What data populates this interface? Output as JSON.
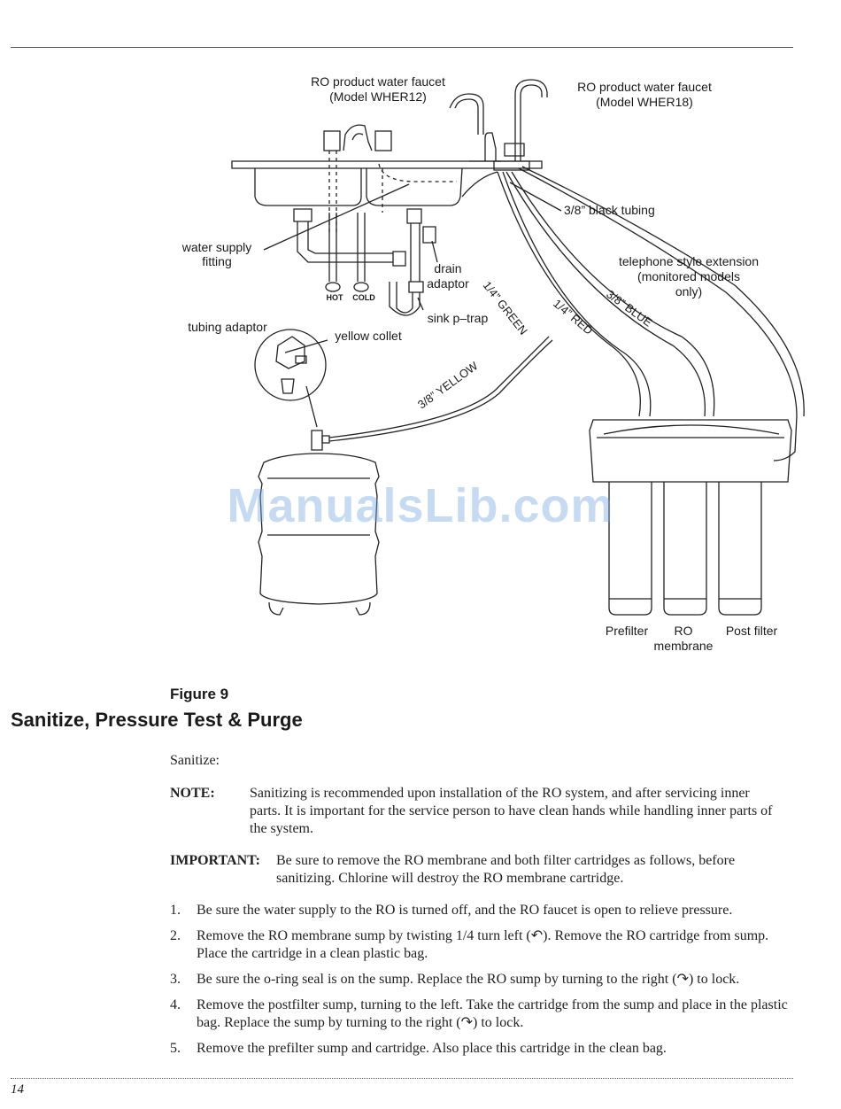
{
  "figure": {
    "labels": {
      "faucet_wher12": [
        "RO product water faucet",
        "(Model WHER12)"
      ],
      "faucet_wher18": [
        "RO product water faucet",
        "(Model WHER18)"
      ],
      "black_tubing": "3/8” black tubing",
      "water_supply": [
        "water supply",
        "fitting"
      ],
      "drain_adaptor": [
        "drain",
        "adaptor"
      ],
      "telephone_ext": [
        "telephone style extension",
        "(monitored models",
        "only)"
      ],
      "hot": "HOT",
      "cold": "COLD",
      "sink_ptrap": "sink p–trap",
      "tubing_adaptor": "tubing adaptor",
      "yellow_collet": "yellow collet",
      "green_tube": "1/4” GREEN",
      "red_tube": "1/4” RED",
      "blue_tube": "3/8” BLUE",
      "yellow_tube": "3/8” YELLOW",
      "prefilter": "Prefilter",
      "ro_membrane": [
        "RO",
        "membrane"
      ],
      "post_filter": "Post filter"
    },
    "caption": "Figure 9"
  },
  "watermark": "ManualsLib.com",
  "section": {
    "title": "Sanitize, Pressure Test & Purge",
    "intro": "Sanitize:",
    "note_key": "NOTE:",
    "note_text": "Sanitizing is recommended upon installation of the RO system, and after servicing inner parts. It is important for the service person to have clean hands while handling inner parts of the system.",
    "important_key": "IMPORTANT:",
    "important_text": "Be sure to remove the RO membrane and both filter cartridges as follows, before sanitizing. Chlorine will destroy the RO membrane cartridge.",
    "steps": [
      {
        "num": "1.",
        "text": "Be sure the water supply to the RO is turned off, and the RO faucet is open to relieve pressure."
      },
      {
        "num": "2.",
        "text": "Remove the RO membrane sump by twisting 1/4 turn left (↶). Remove the RO cartridge from sump. Place the cartridge in a clean plastic bag."
      },
      {
        "num": "3.",
        "text": "Be sure the o-ring seal is on the sump. Replace the RO sump by turning to the right (↷) to lock."
      },
      {
        "num": "4.",
        "text": "Remove the postfilter sump, turning to the left. Take the cartridge from the sump and place in the plastic bag. Replace the sump by turning to the right (↷) to lock."
      },
      {
        "num": "5.",
        "text": "Remove the prefilter sump and cartridge. Also place this cartridge in the clean bag."
      }
    ]
  },
  "page_number": "14"
}
